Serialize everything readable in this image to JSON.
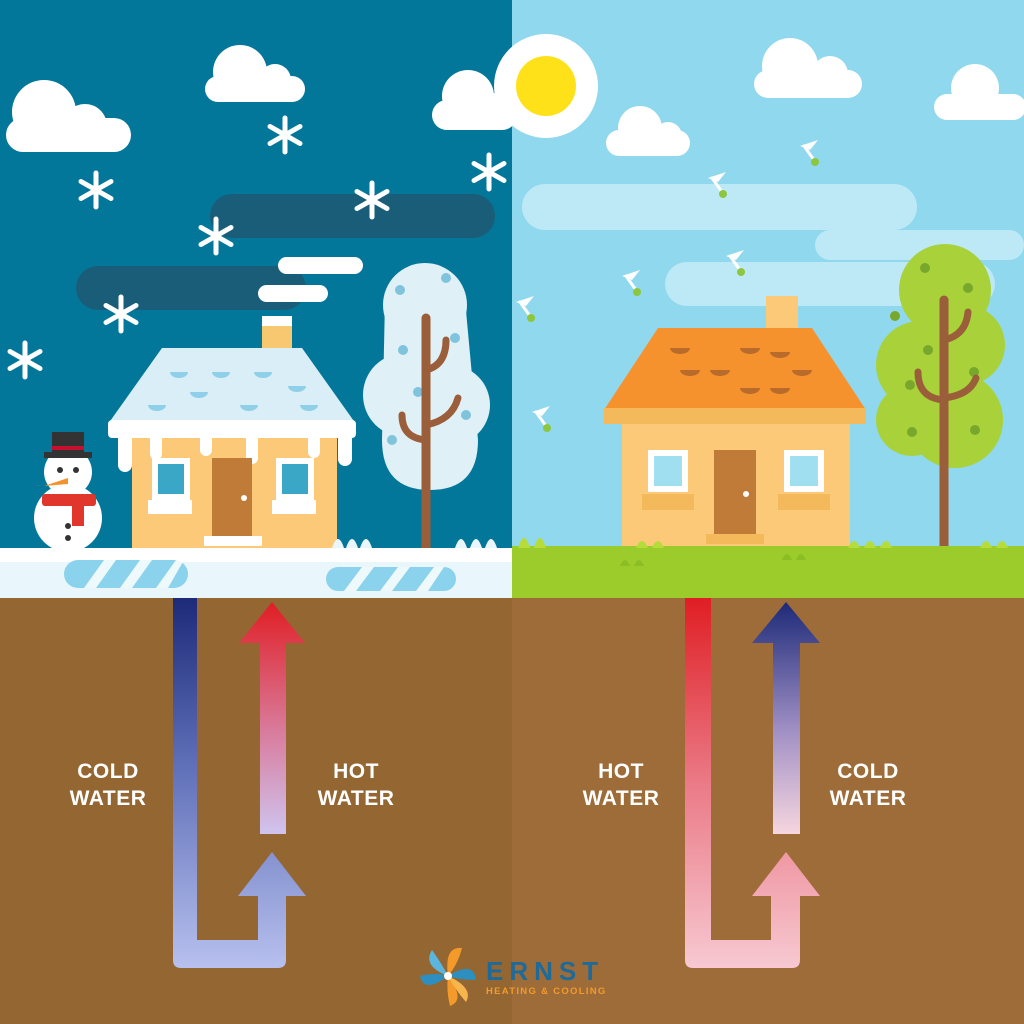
{
  "winter": {
    "left_label": {
      "line1": "COLD",
      "line2": "WATER"
    },
    "right_label": {
      "line1": "HOT",
      "line2": "WATER"
    }
  },
  "summer": {
    "left_label": {
      "line1": "HOT",
      "line2": "WATER"
    },
    "right_label": {
      "line1": "COLD",
      "line2": "WATER"
    }
  },
  "logo": {
    "name": "ERNST",
    "tagline": "HEATING & COOLING"
  },
  "colors": {
    "winter_sky": "#03779a",
    "summer_sky": "#8fd8ee",
    "soil_left": "#946631",
    "soil_right": "#9d6c38",
    "snow": "#e9f6fb",
    "grass": "#9ccc2c",
    "hot": "#e01e24",
    "cold": "#1d2a78",
    "house_wall": "#fbc978",
    "roof_orange": "#f6922e",
    "logo_blue": "#1e6a99",
    "logo_orange": "#f39a2b"
  }
}
